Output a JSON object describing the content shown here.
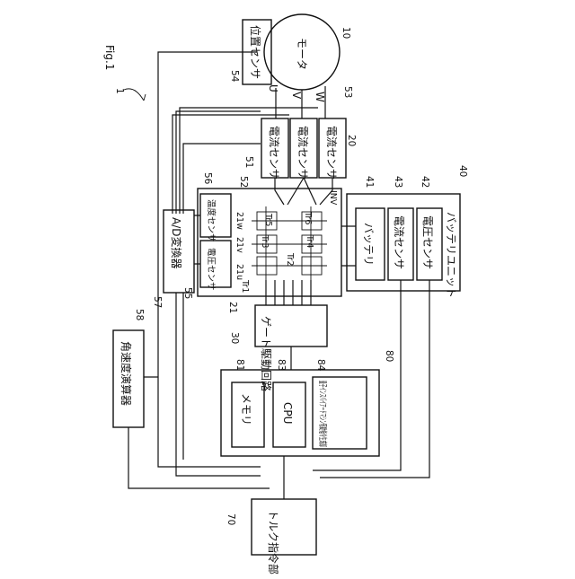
{
  "figure": {
    "label": "Fig.1",
    "system_ref": "1"
  },
  "blocks": {
    "motor": {
      "label": "モータ",
      "ref": "10"
    },
    "position_sensor": {
      "label": "位置センサ",
      "ref": "54"
    },
    "current_sensor_u": {
      "label": "電流センサ",
      "ref": "51"
    },
    "current_sensor_v": {
      "label": "電流センサ",
      "ref": "52"
    },
    "current_sensor_w": {
      "label": "電流センサ",
      "ref": "53"
    },
    "inverter": {
      "label": "INV",
      "ref": "20"
    },
    "temp_sensor": {
      "label": "温度センサ",
      "ref": "56"
    },
    "voltage_sensor_inv": {
      "label": "電圧センサ",
      "ref": "55"
    },
    "ad_converter": {
      "label": "A/D変換器",
      "ref": "57"
    },
    "gate_driver": {
      "label": "ゲート駆動回路",
      "ref": "30"
    },
    "angular_velocity_calc": {
      "label": "角速度演算器",
      "ref": "58"
    },
    "controller": {
      "ref": "80"
    },
    "memory": {
      "label": "メモリ",
      "ref": "81"
    },
    "cpu": {
      "label": "CPU",
      "ref": "83"
    },
    "quantum_cmd": {
      "label": "量子インスパイアードマシン駆動指令生成部",
      "ref": "84"
    },
    "torque_cmd": {
      "label": "トルク指令部",
      "ref": "70"
    },
    "battery_unit": {
      "label": "バッテリユニット",
      "ref": "40"
    },
    "battery": {
      "label": "バッテリ",
      "ref": "41"
    },
    "current_sensor_batt": {
      "label": "電流センサ",
      "ref": "43"
    },
    "voltage_sensor_batt": {
      "label": "電圧センサ",
      "ref": "42"
    }
  },
  "phases": [
    "U",
    "V",
    "W"
  ],
  "transistors": [
    "Tr1",
    "Tr2",
    "Tr3",
    "Tr4",
    "Tr5",
    "Tr6"
  ],
  "legs": [
    "21u",
    "21v",
    "21w"
  ],
  "leg_ref": "21"
}
